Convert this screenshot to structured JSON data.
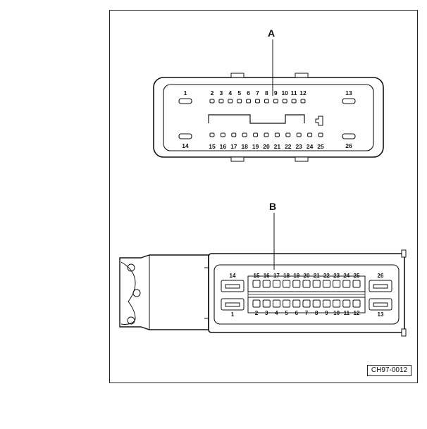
{
  "figure": {
    "reference_code": "CH97-0012",
    "views": [
      {
        "label": "A",
        "top_row_pins": [
          "2",
          "3",
          "4",
          "5",
          "6",
          "7",
          "8",
          "9",
          "10",
          "11",
          "12"
        ],
        "bottom_row_pins": [
          "15",
          "16",
          "17",
          "18",
          "19",
          "20",
          "21",
          "22",
          "23",
          "24",
          "25"
        ],
        "left_pins": [
          "1",
          "14"
        ],
        "right_pins": [
          "13",
          "26"
        ]
      },
      {
        "label": "B",
        "top_row_pins": [
          "15",
          "16",
          "17",
          "18",
          "19",
          "20",
          "21",
          "22",
          "23",
          "24",
          "25"
        ],
        "bottom_row_pins": [
          "2",
          "3",
          "4",
          "5",
          "6",
          "7",
          "8",
          "9",
          "10",
          "11",
          "12"
        ],
        "left_pins": [
          "14",
          "1"
        ],
        "right_pins": [
          "26",
          "13"
        ]
      }
    ]
  }
}
